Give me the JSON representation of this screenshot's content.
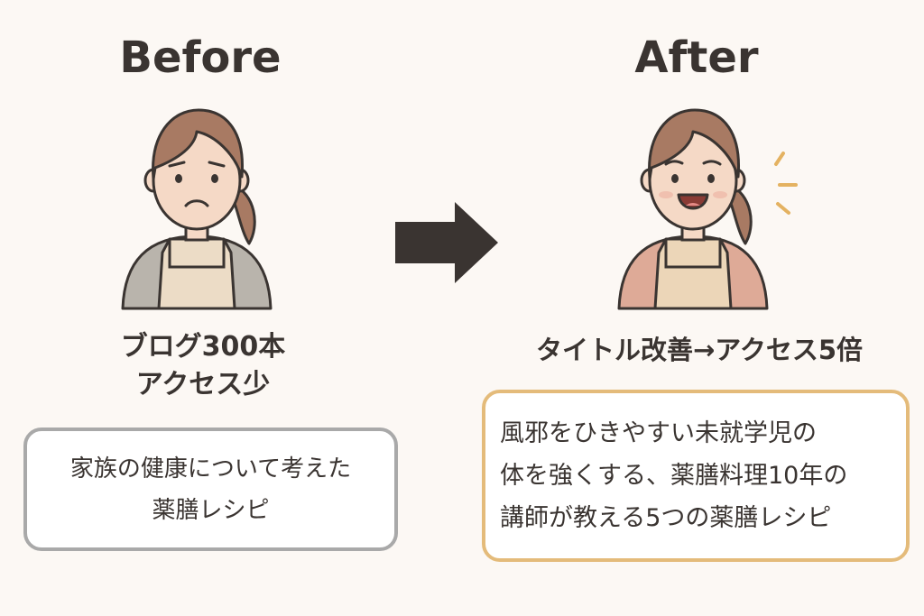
{
  "before": {
    "heading": "Before",
    "caption_line1": "ブログ300本",
    "caption_line2": "アクセス少",
    "box_text": "家族の健康について考えた\n薬膳レシピ"
  },
  "after": {
    "heading": "After",
    "caption": "タイトル改善→アクセス5倍",
    "box_text": "風邪をひきやすい未就学児の\n体を強くする、薬膳料理10年の\n講師が教える5つの薬膳レシピ"
  },
  "colors": {
    "background": "#fcf8f4",
    "before_border": "#a9a9a9",
    "after_border": "#e4bb7a",
    "arrow": "#3a3431"
  },
  "icons": {
    "before_person": "worried-woman-apron",
    "after_person": "smiling-woman-apron",
    "arrow": "right-arrow-icon"
  }
}
